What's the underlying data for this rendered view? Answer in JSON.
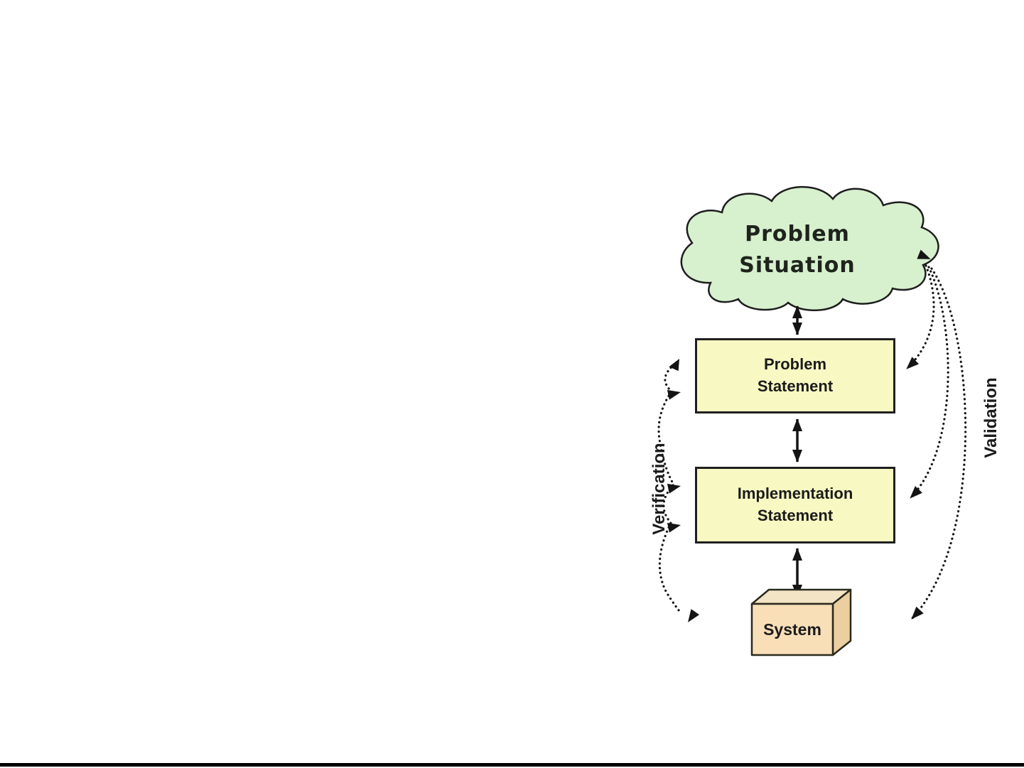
{
  "diagram": {
    "cloud": {
      "line1": "Problem",
      "line2": "Situation"
    },
    "problem_box": {
      "line1": "Problem",
      "line2": "Statement"
    },
    "implementation_box": {
      "line1": "Implementation",
      "line2": "Statement"
    },
    "system_box": {
      "label": "System"
    },
    "left_flow_label": "Verification",
    "right_flow_label": "Validation",
    "colors": {
      "cloud_fill": "#d7f0ce",
      "box_fill": "#f8f9c2",
      "system_front": "#f8dfb8",
      "system_top": "#f3e4c6",
      "system_side": "#eccfa0",
      "line": "#1b1b1b"
    }
  }
}
